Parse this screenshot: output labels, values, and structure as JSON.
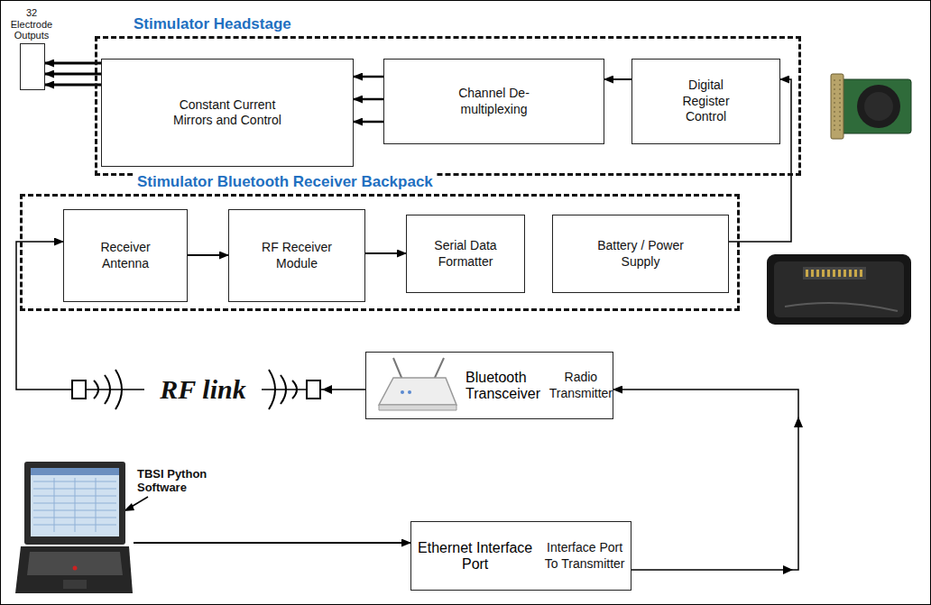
{
  "diagram": {
    "nodes": [
      {
        "text": [
          "32 Electrode Outputs"
        ]
      },
      {
        "text": [
          "Stimulator Headstage"
        ]
      },
      {
        "text": [
          "Constant Current Mirrors and Control"
        ],
        "in": 1
      },
      {
        "text": [
          "Channel De-multiplexing"
        ],
        "in": 1
      },
      {
        "text": [
          "Digital Register Control"
        ],
        "in": 1
      },
      {
        "text": [
          "Stimulator Bluetooth Receiver Backpack"
        ]
      },
      {
        "text": [
          "Receiver Antenna"
        ],
        "in": 5
      },
      {
        "text": [
          "RF Receiver Module"
        ],
        "in": 5
      },
      {
        "text": [
          "Serial Data Formatter"
        ],
        "in": 5
      },
      {
        "text": [
          "Battery / Power Supply"
        ],
        "in": 5
      },
      {
        "text": [
          "Bluetooth Transceiver",
          "Radio Transmitter"
        ]
      },
      {
        "text": [
          "TBSI Python Software"
        ]
      },
      {
        "text": [
          "Ethernet Interface Port",
          "Interface Port To Transmitter"
        ]
      }
    ],
    "edges": [
      {
        "from": 2,
        "to": 0,
        "arrow": "to"
      },
      {
        "from": 2,
        "to": 0,
        "arrow": "to"
      },
      {
        "from": 2,
        "to": 0,
        "arrow": "to"
      },
      {
        "from": 3,
        "to": 2,
        "arrow": "to"
      },
      {
        "from": 3,
        "to": 2,
        "arrow": "to"
      },
      {
        "from": 3,
        "to": 2,
        "arrow": "to"
      },
      {
        "from": 4,
        "to": 3,
        "arrow": "to"
      },
      {
        "from": 6,
        "to": 7,
        "arrow": "to"
      },
      {
        "from": 7,
        "to": 8,
        "arrow": "to"
      },
      {
        "from": 9,
        "to": 4,
        "arrow": "to"
      },
      {
        "from": 10,
        "to": 6,
        "label": "RF link",
        "arrow": "to"
      },
      {
        "from": 11,
        "to": 12,
        "arrow": "to"
      },
      {
        "from": 12,
        "to": 10,
        "arrow": "to"
      }
    ]
  }
}
